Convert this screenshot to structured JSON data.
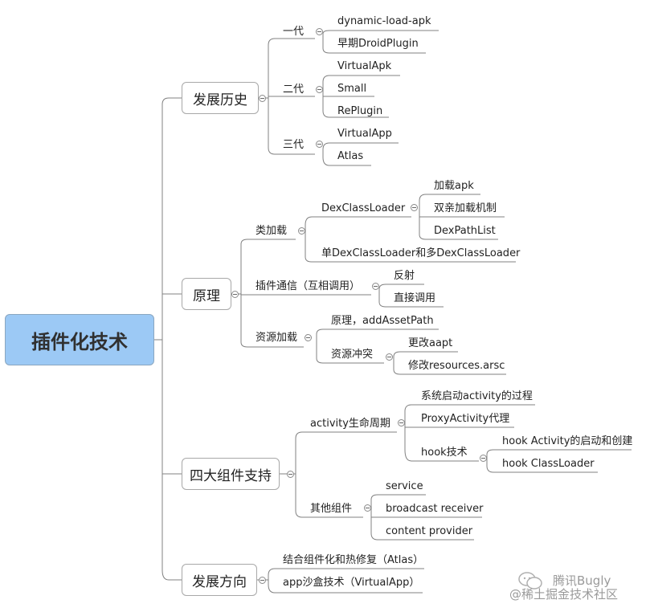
{
  "root": {
    "label": "插件化技术"
  },
  "history": {
    "label": "发展历史",
    "gen1": {
      "label": "一代",
      "items": [
        "dynamic-load-apk",
        "早期DroidPlugin"
      ]
    },
    "gen2": {
      "label": "二代",
      "items": [
        "VirtualApk",
        "Small",
        "RePlugin"
      ]
    },
    "gen3": {
      "label": "三代",
      "items": [
        "VirtualApp",
        "Atlas"
      ]
    }
  },
  "principle": {
    "label": "原理",
    "classload": {
      "label": "类加载",
      "dexloader": {
        "label": "DexClassLoader",
        "items": [
          "加载apk",
          "双亲加载机制",
          "DexPathList"
        ]
      },
      "multi": "单DexClassLoader和多DexClassLoader"
    },
    "comm": {
      "label": "插件通信（互相调用）",
      "items": [
        "反射",
        "直接调用"
      ]
    },
    "res": {
      "label": "资源加载",
      "add_asset": "原理，addAssetPath",
      "conflict": {
        "label": "资源冲突",
        "items": [
          "更改aapt",
          "修改resources.arsc"
        ]
      }
    }
  },
  "components": {
    "label": "四大组件支持",
    "lifecycle": {
      "label": "activity生命周期",
      "items": [
        "系统启动activity的过程",
        "ProxyActivity代理"
      ],
      "hook": {
        "label": "hook技术",
        "items": [
          "hook Activity的启动和创建",
          "hook ClassLoader"
        ]
      }
    },
    "others": {
      "label": "其他组件",
      "items": [
        "service",
        "broadcast receiver",
        "content provider"
      ]
    }
  },
  "future": {
    "label": "发展方向",
    "items": [
      "结合组件化和热修复（Atlas）",
      "app沙盒技术（VirtualApp）"
    ]
  },
  "watermark": {
    "line1": "腾讯Bugly",
    "line2": "@稀土掘金技术社区"
  },
  "colors": {
    "root_fill": "#9cc9f5",
    "line": "#808080"
  }
}
